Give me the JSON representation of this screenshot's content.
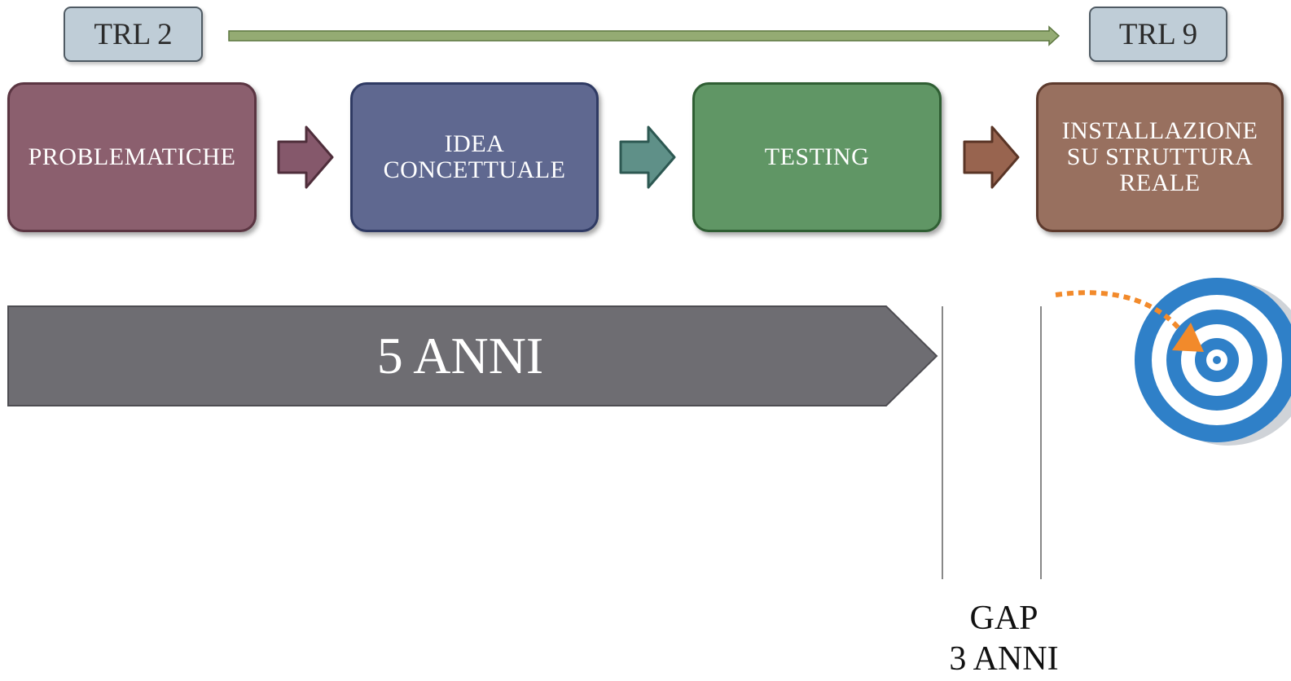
{
  "trl": {
    "start": "TRL 2",
    "end": "TRL 9"
  },
  "steps": [
    {
      "lines": [
        "PROBLEMATICHE"
      ],
      "color": "#8b5f6e",
      "border": "#5b3542"
    },
    {
      "lines": [
        "IDEA",
        "CONCETTUALE"
      ],
      "color": "#5f6890",
      "border": "#2f3a63"
    },
    {
      "lines": [
        "TESTING"
      ],
      "color": "#609665",
      "border": "#2f5e33"
    },
    {
      "lines": [
        "INSTALLAZIONE",
        "SU STRUTTURA",
        "REALE"
      ],
      "color": "#98705f",
      "border": "#5d3a2d"
    }
  ],
  "connector_colors": [
    "#85586b",
    "#5f9088",
    "#98644f"
  ],
  "duration": {
    "label": "5 ANNI",
    "color": "#6e6d72"
  },
  "gap": {
    "title": "GAP",
    "duration": "3 ANNI"
  },
  "colors": {
    "trl_arrow": "#94ab73",
    "target_blue": "#2f80c8",
    "target_arrow": "#f28a2b"
  },
  "icons": {
    "target": "target-icon"
  }
}
